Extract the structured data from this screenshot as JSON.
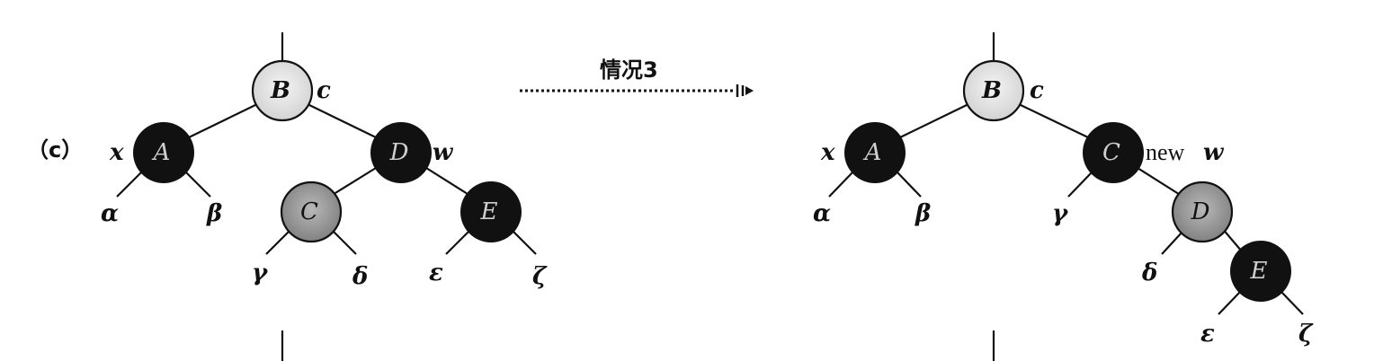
{
  "panel_label": "（c）",
  "transition": {
    "label": "情况3"
  },
  "left_tree": {
    "nodes": {
      "B": {
        "label": "B",
        "color": "light"
      },
      "A": {
        "label": "A",
        "color": "black"
      },
      "D": {
        "label": "D",
        "color": "black"
      },
      "C": {
        "label": "C",
        "color": "gray"
      },
      "E": {
        "label": "E",
        "color": "black"
      }
    },
    "annotations": {
      "c": "c",
      "x": "x",
      "w": "w"
    },
    "leaves": {
      "alpha": "α",
      "beta": "β",
      "gamma": "γ",
      "delta": "δ",
      "epsilon": "ε",
      "zeta": "ζ"
    }
  },
  "right_tree": {
    "nodes": {
      "B": {
        "label": "B",
        "color": "light"
      },
      "A": {
        "label": "A",
        "color": "black"
      },
      "C": {
        "label": "C",
        "color": "black"
      },
      "D": {
        "label": "D",
        "color": "gray"
      },
      "E": {
        "label": "E",
        "color": "black"
      }
    },
    "annotations": {
      "c": "c",
      "x": "x",
      "new": "new",
      "w": "w"
    },
    "leaves": {
      "alpha": "α",
      "beta": "β",
      "gamma": "γ",
      "delta": "δ",
      "epsilon": "ε",
      "zeta": "ζ"
    }
  },
  "colors": {
    "black": "#111111",
    "gray": "#9a9a9a",
    "light": "#e6e6e6",
    "line": "#111111"
  }
}
